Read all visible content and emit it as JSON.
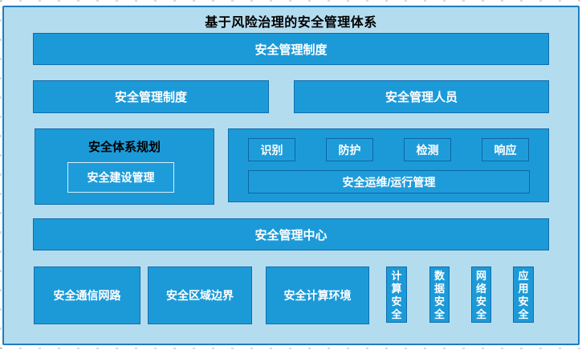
{
  "diagram": {
    "title": "基于风险治理的安全管理体系",
    "level1": {
      "label": "安全管理制度"
    },
    "level2": {
      "left": "安全管理制度",
      "right": "安全管理人员"
    },
    "level3": {
      "planning_group": {
        "title": "安全体系规划",
        "inner": "安全建设管理"
      },
      "operation_group": {
        "steps": [
          "识别",
          "防护",
          "检测",
          "响应"
        ],
        "wide": "安全运维/运行管理"
      }
    },
    "level4": {
      "label": "安全管理中心"
    },
    "level5": {
      "zones": [
        "安全通信网路",
        "安全区域边界",
        "安全计算环境"
      ],
      "pillars": [
        "计算安全",
        "数据安全",
        "网络安全",
        "应用安全"
      ]
    },
    "colors": {
      "canvas": "#ffffff",
      "panel_fill": "#b4dcef",
      "panel_border": "#1e7dc0",
      "box_fill": "#1c9ad8",
      "box_border": "#0f6dad",
      "inner_light_border": "#d9eef8",
      "title_text": "#000000",
      "box_text": "#ffffff"
    }
  }
}
